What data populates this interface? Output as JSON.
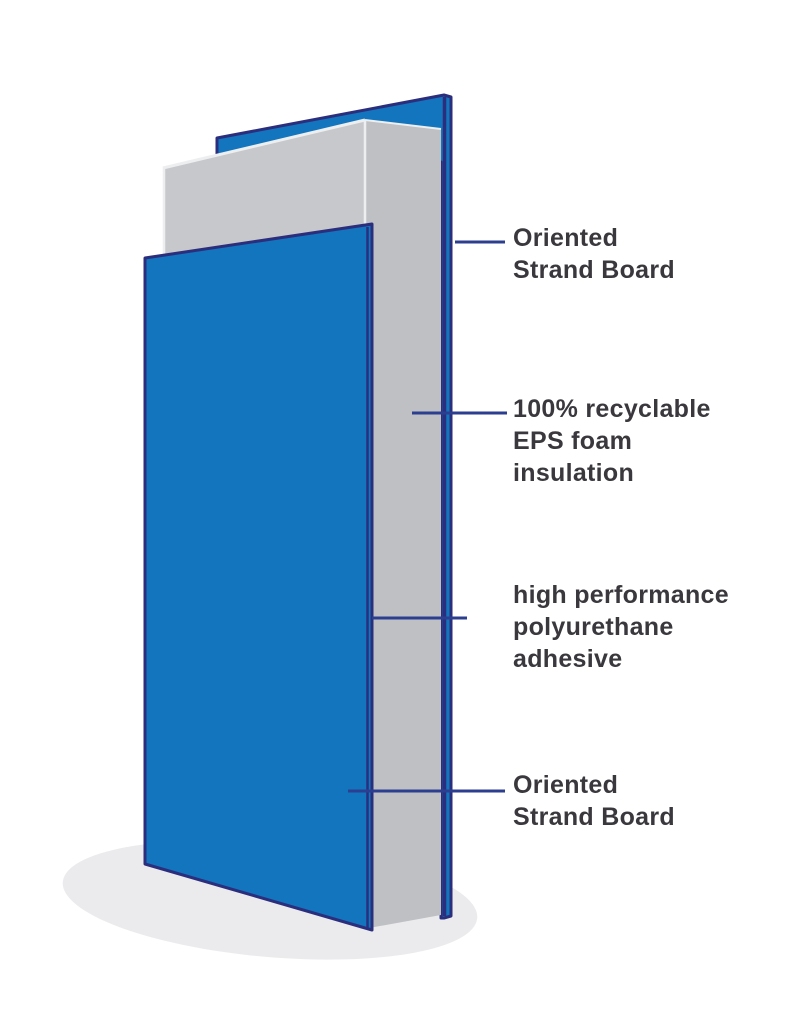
{
  "diagram": {
    "subject": "structural insulated panel cutaway",
    "labels": [
      {
        "id": "osb-top",
        "lines": [
          "Oriented",
          "Strand Board"
        ]
      },
      {
        "id": "eps-foam",
        "lines": [
          "100% recyclable",
          "EPS foam",
          "insulation"
        ]
      },
      {
        "id": "adhesive",
        "lines": [
          "high performance",
          "polyurethane",
          "adhesive"
        ]
      },
      {
        "id": "osb-bottom",
        "lines": [
          "Oriented",
          "Strand Board"
        ]
      }
    ],
    "colors": {
      "panel_blue": "#1375BD",
      "outline_navy": "#2B2E7C",
      "leader_navy": "#2C3E8F",
      "foam_front": "#C6C8CB",
      "foam_side": "#BEC0C4",
      "foam_highlight": "#EDEEF0",
      "shadow": "#EBEBED",
      "text": "#3A383D",
      "background": "#FFFFFF"
    }
  }
}
